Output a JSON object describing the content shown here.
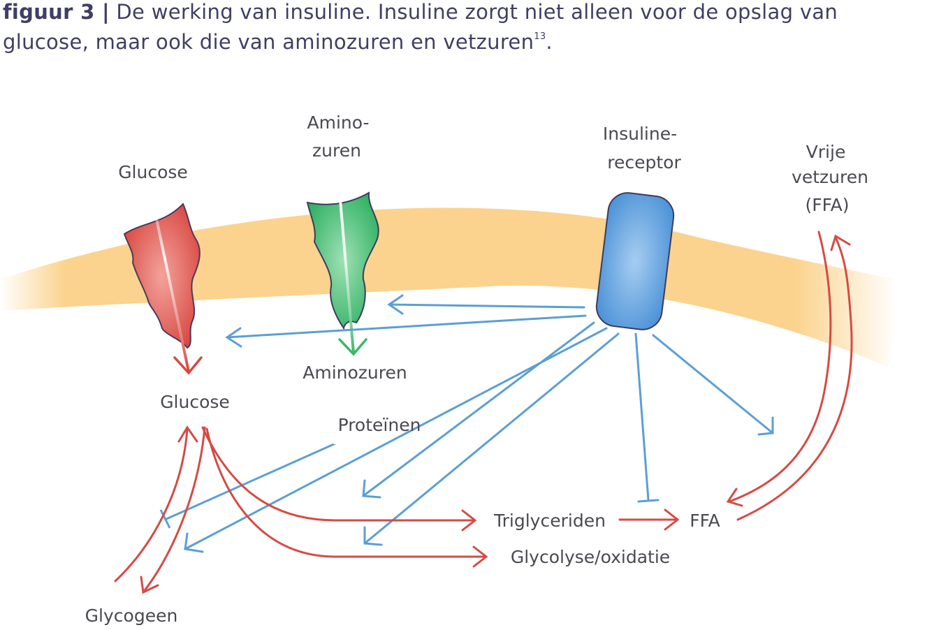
{
  "caption": {
    "label": "figuur 3 |",
    "text": "De werking van insuline. Insuline zorgt niet alleen voor de opslag van glucose, maar ook die van aminozuren en vetzuren",
    "ref": "13",
    "end": "."
  },
  "labels": {
    "glucose_top": "Glucose",
    "amino_line1": "Amino-",
    "amino_line2": "zuren",
    "receptor_line1": "Insuline-",
    "receptor_line2": "receptor",
    "ffa_line1": "Vrije",
    "ffa_line2": "vetzuren",
    "ffa_line3": "(FFA)",
    "glucose_bottom": "Glucose",
    "aminozuren_bottom": "Aminozuren",
    "proteinen": "Proteïnen",
    "triglyceriden": "Triglyceriden",
    "ffa": "FFA",
    "glycolyse": "Glycolyse/oxidatie",
    "glycogeen": "Glycogeen"
  },
  "colors": {
    "membrane": "#fbd38e",
    "glucose_transporter": "#dc4e46",
    "amino_transporter": "#3cb86a",
    "receptor": "#5d9edc",
    "red_arrow": "#d64a44",
    "blue_arrow": "#5b9fd3",
    "caption": "#3f3e64"
  }
}
